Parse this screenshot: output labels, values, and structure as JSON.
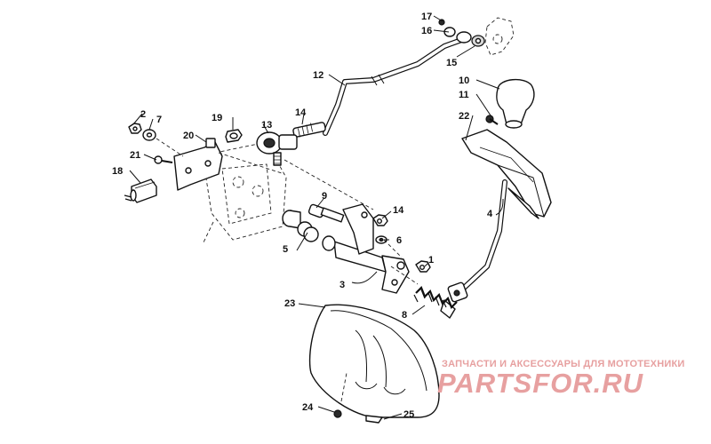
{
  "diagram": {
    "callouts": {
      "p1": "1",
      "p2": "2",
      "p3": "3",
      "p4": "4",
      "p5": "5",
      "p6": "6",
      "p7": "7",
      "p8": "8",
      "p9": "9",
      "p10": "10",
      "p11": "11",
      "p12": "12",
      "p13": "13",
      "p14a": "14",
      "p14b": "14",
      "p15": "15",
      "p16": "16",
      "p17": "17",
      "p18": "18",
      "p19": "19",
      "p20": "20",
      "p21": "21",
      "p22": "22",
      "p23": "23",
      "p24": "24",
      "p25": "25"
    }
  },
  "watermark": {
    "subtitle": "ЗАПЧАСТИ И АКСЕССУАРЫ ДЛЯ МОТОТЕХНИКИ",
    "logo": "PARTSFOR.RU",
    "color": "#e7a0a0"
  },
  "colors": {
    "line": "#111111",
    "background": "#ffffff"
  }
}
